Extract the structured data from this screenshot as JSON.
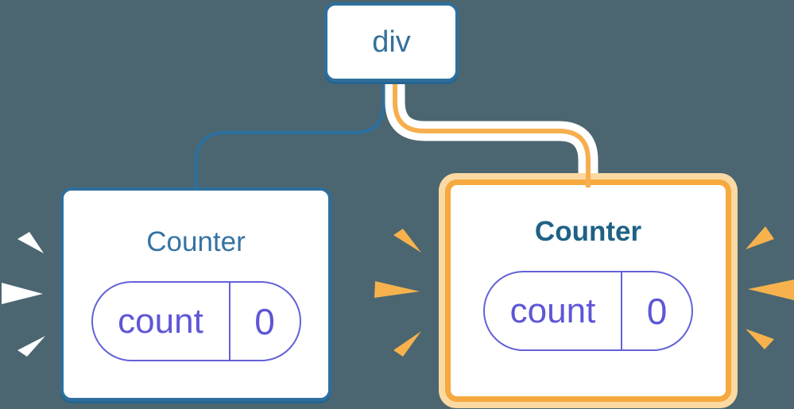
{
  "diagram": {
    "description": "React component tree: a div parent with two Counter children; the right Counter is highlighted (state preserved / re-rendering) with orange glow sparks, the left has white sparks.",
    "root": {
      "label": "div"
    },
    "left_child": {
      "title": "Counter",
      "state": {
        "key": "count",
        "value": "0"
      }
    },
    "right_child": {
      "title": "Counter",
      "state": {
        "key": "count",
        "value": "0"
      },
      "highlighted": true
    },
    "icons": [
      "spark-burst-white-icon (3 rays left of left card)",
      "spark-burst-orange-icon (3 rays each side of right card)"
    ],
    "colors": {
      "background": "#4b6670",
      "node_border_blue": "#2e6f9d",
      "node_shadow_blue": "#24648f",
      "root_text": "#35719c",
      "left_title": "#3573a3",
      "right_title": "#1f6186",
      "pill_border_purple": "#6262d8",
      "pill_text_purple": "#5e56d6",
      "edge_orange": "#f6ae4e",
      "card_border_orange": "#f5a93f",
      "card_border_peach": "#fbd9a3",
      "spark_orange": "#f7b24e",
      "spark_white": "#ffffff",
      "card_fill": "#ffffff"
    }
  }
}
